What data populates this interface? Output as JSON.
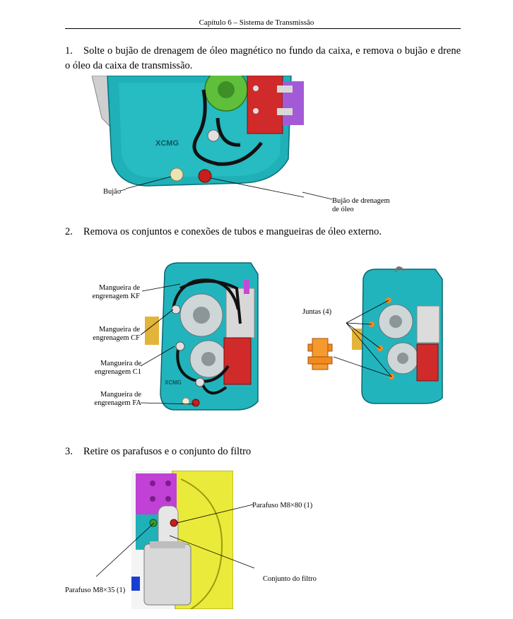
{
  "header": {
    "chapter_title": "Capítulo 6 – Sistema de Transmissão"
  },
  "steps": [
    {
      "number": "1.",
      "text": "Solte o bujão de drenagem de óleo magnético no fundo da caixa, e remova o bujão e drene o óleo da caixa de transmissão.",
      "figure": {
        "brand_mark": "XCMG",
        "labels": {
          "plug": "Bujão",
          "drain_plug_line1": "Bujão de drenagem",
          "drain_plug_line2": "de óleo"
        }
      }
    },
    {
      "number": "2.",
      "text": "Remova os conjuntos e conexões de tubos e mangueiras de óleo externo.",
      "figure": {
        "brand_mark": "XCMG",
        "labels": {
          "hose_kf_line1": "Mangueira de",
          "hose_kf_line2": "engrenagem KF",
          "hose_cf_line1": "Mangueira de",
          "hose_cf_line2": "engrenagem CF",
          "hose_c1_line1": "Mangueira de",
          "hose_c1_line2": "engrenagem C1",
          "hose_fa_line1": "Mangueira de",
          "hose_fa_line2": "engrenagem FA",
          "joints": "Juntas (4)"
        }
      }
    },
    {
      "number": "3.",
      "text": "Retire os parafusos e o conjunto do filtro",
      "figure": {
        "labels": {
          "bolt_m8x80": "Parafuso M8×80 (1)",
          "filter_assembly": "Conjunto do filtro",
          "bolt_m8x35": "Parafuso M8×35 (1)"
        }
      }
    }
  ]
}
